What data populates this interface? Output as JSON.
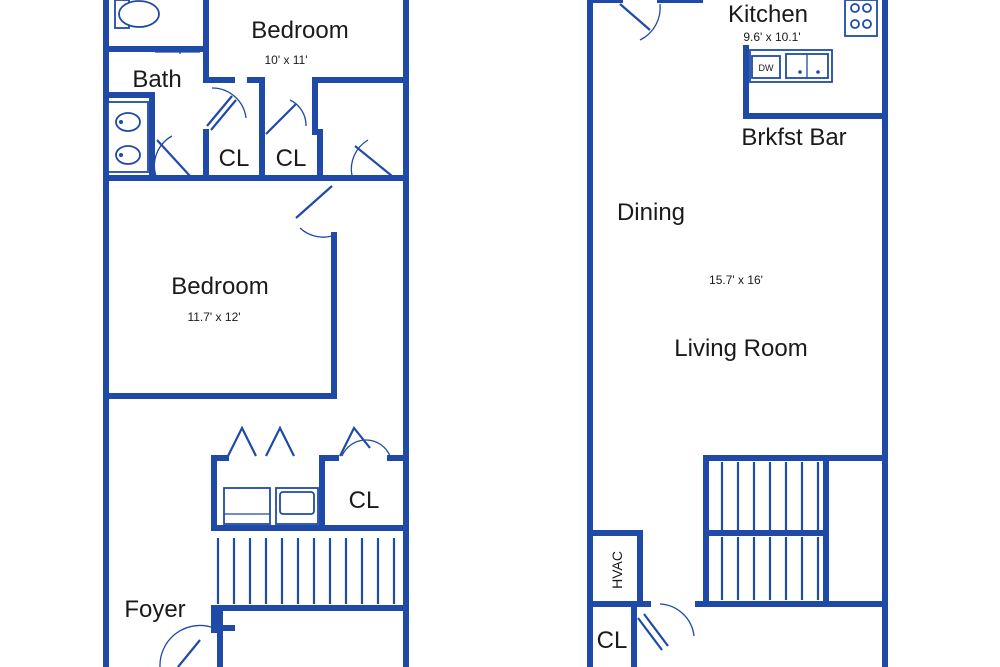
{
  "colors": {
    "wall": "#1f4aa8",
    "background": "#ffffff",
    "text": "#1a1a1a"
  },
  "upper_floor": {
    "bedroom_small": {
      "name": "Bedroom",
      "size": "10' x 11'"
    },
    "bath": {
      "name": "Bath"
    },
    "closet_a": {
      "name": "CL"
    },
    "closet_b": {
      "name": "CL"
    },
    "bedroom_large": {
      "name": "Bedroom",
      "size": "11.7' x 12'"
    },
    "laundry_closet": {
      "name": "CL"
    },
    "foyer": {
      "name": "Foyer"
    }
  },
  "main_floor": {
    "kitchen": {
      "name": "Kitchen",
      "size": "9.6' x 10.1'"
    },
    "dishwasher": {
      "label": "DW"
    },
    "breakfast_bar": {
      "name": "Brkfst Bar"
    },
    "dining": {
      "name": "Dining"
    },
    "living_room": {
      "name": "Living Room",
      "size": "15.7' x 16'"
    },
    "hvac": {
      "label": "HVAC"
    },
    "closet": {
      "name": "CL"
    }
  }
}
